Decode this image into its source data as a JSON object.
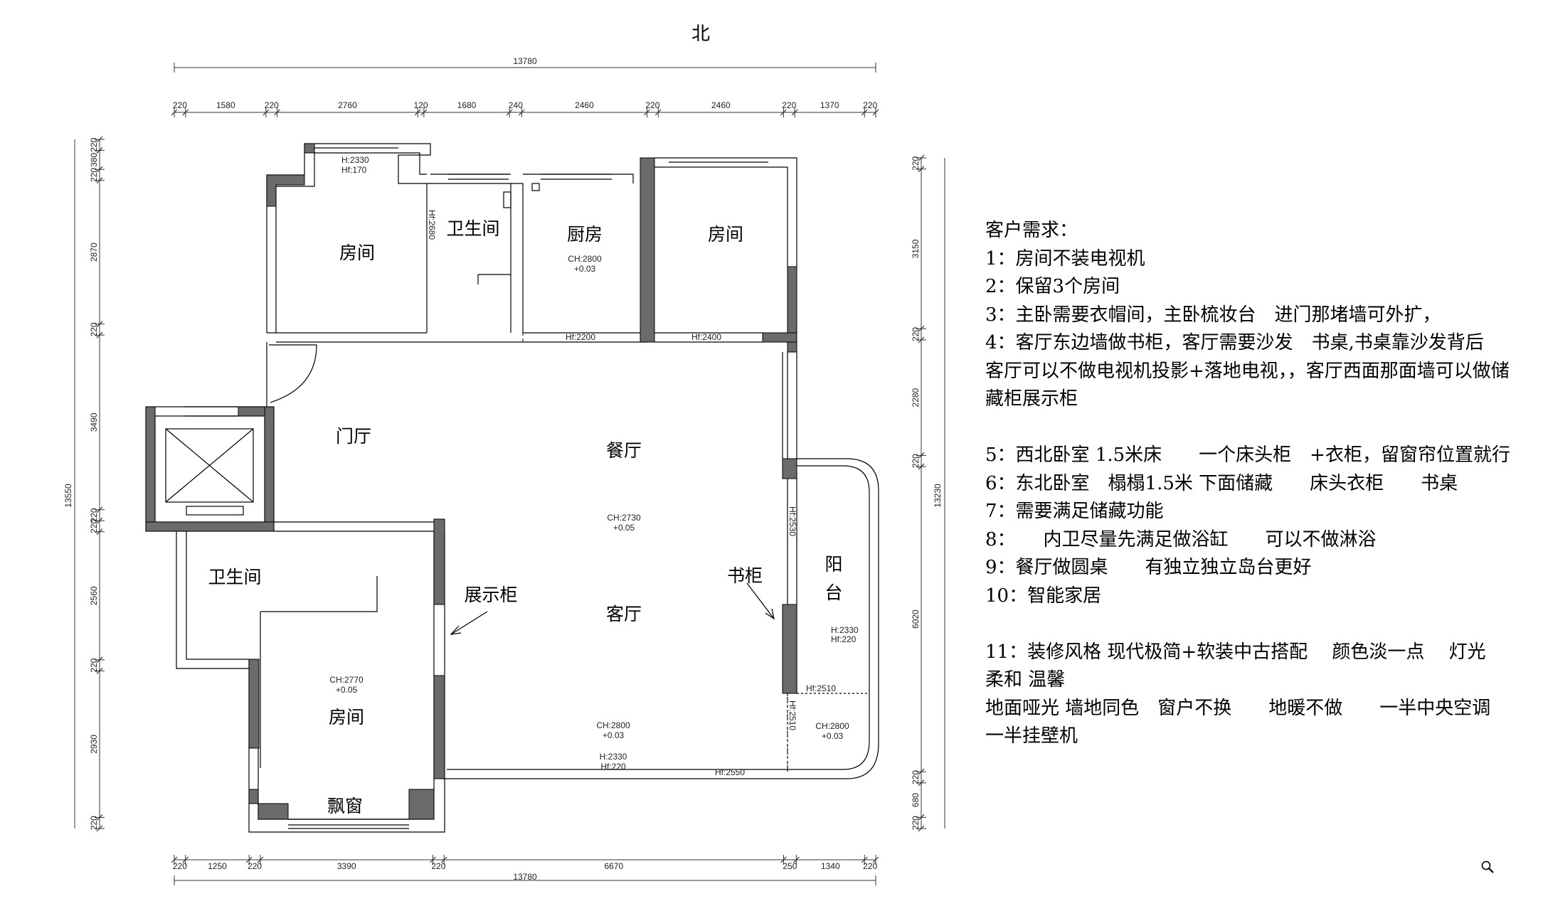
{
  "north_label": "北",
  "dimensions": {
    "top_total": "13780",
    "top_segments": [
      "220",
      "1580",
      "220",
      "2760",
      "120",
      "1680",
      "240",
      "2460",
      "220",
      "2460",
      "220",
      "1370",
      "220"
    ],
    "bottom_total": "13780",
    "bottom_segments": [
      "220",
      "1250",
      "220",
      "3390",
      "220",
      "6670",
      "250",
      "1340",
      "220"
    ],
    "left_total": "13550",
    "left_segments": [
      "220",
      "380",
      "220",
      "2870",
      "220",
      "3490",
      "220",
      "220",
      "2560",
      "220",
      "2930",
      "220"
    ],
    "right_total": "13230",
    "right_segments": [
      "220",
      "3150",
      "220",
      "2280",
      "220",
      "6020",
      "220",
      "680",
      "220"
    ]
  },
  "rooms": {
    "room_nw": "房间",
    "bath_north": "卫生间",
    "kitchen": "厨房",
    "room_ne": "房间",
    "foyer": "门厅",
    "dining": "餐厅",
    "living": "客厅",
    "balcony": "阳\n台",
    "bath_west": "卫生间",
    "room_sw": "房间",
    "bay_window": "飘窗",
    "display_cabinet": "展示柜",
    "bookcase": "书柜"
  },
  "tags": {
    "nw_win_h": "H:2330",
    "nw_win_hf": "Hf:170",
    "bath_door": "Hf:2680",
    "kitchen_ch": "CH:2800",
    "kitchen_lv": "+0.03",
    "kitchen_hf": "Hf:2200",
    "ne_hf": "Hf:2400",
    "dining_ch": "CH:2730",
    "dining_lv": "+0.05",
    "bookcase_hf": "Hf:2530",
    "balc_h": "H:2330",
    "balc_hf": "Hf:220",
    "balc_hf2": "Hf:2510",
    "balc_hf3": "Hf:2510",
    "balc_ch": "CH:2800",
    "balc_lv": "+0.03",
    "sw_ch": "CH:2770",
    "sw_lv": "+0.05",
    "living_ch": "CH:2800",
    "living_lv": "+0.03",
    "living_h": "H:2330",
    "living_hf": "Hf:220",
    "south_hf": "Hf:2550"
  },
  "notes": [
    "客户需求：",
    "1：房间不装电视机",
    "2：保留3个房间",
    "3：主卧需要衣帽间，主卧梳妆台　进门那堵墙可外扩，",
    "4：客厅东边墙做书柜，客厅需要沙发　书桌,书桌靠沙发背后",
    "客厅可以不做电视机投影+落地电视，，客厅西面那面墙可以做储",
    "藏柜展示柜",
    "",
    "5：西北卧室 1.5米床　　一个床头柜　+衣柜，留窗帘位置就行",
    "6：东北卧室　榻榻1.5米 下面储藏　　床头衣柜　　书桌",
    "7：需要满足储藏功能",
    "8：　　内卫尽量先满足做浴缸　　可以不做淋浴",
    "9：餐厅做圆桌　　有独立独立岛台更好",
    "10：智能家居",
    "",
    "11：装修风格 现代极简+软装中古搭配　 颜色淡一点　 灯光",
    "柔和 温馨",
    "地面哑光 墙地同色　窗户不换　　地暖不做　　一半中央空调",
    "一半挂壁机"
  ],
  "colors": {
    "wall_fill": "#6b6b6b",
    "line": "#000000"
  }
}
